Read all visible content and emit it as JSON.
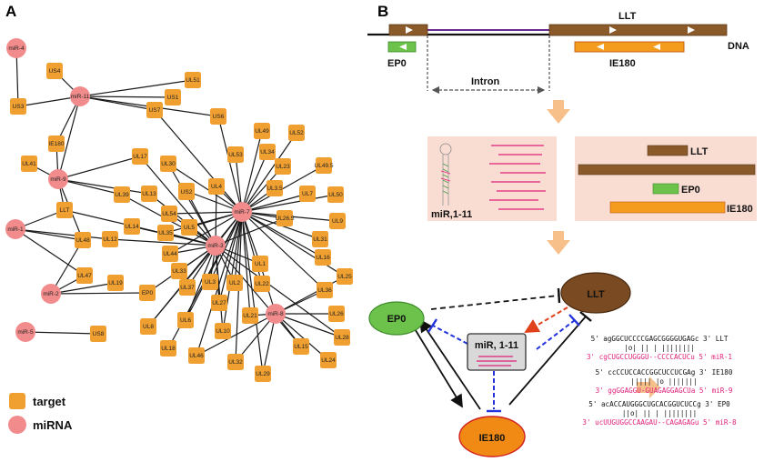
{
  "panel_labels": {
    "a": "A",
    "b": "B"
  },
  "legend": {
    "target": "target",
    "mirna": "miRNA"
  },
  "colors": {
    "mirna": "#f28c8c",
    "target": "#f0a030",
    "llt": "#8b5a2b",
    "ep0": "#6cc24a",
    "ie180": "#f39c1e",
    "intron_line": "#6a2c91",
    "mir_seq": "#e0207a",
    "match_green": "#2e9e2e",
    "arrow_peach": "#f7c08a"
  },
  "network": {
    "mirnas": [
      "miR-4",
      "miR-11",
      "miR-9",
      "miR-1",
      "miR-2",
      "miR-5",
      "miR-7",
      "miR-3",
      "miR-8"
    ],
    "targets": [
      "US4",
      "US3",
      "IE180",
      "UL41",
      "LLT",
      "UL48",
      "UL47",
      "UL19",
      "EP0",
      "US8",
      "UL51",
      "US1",
      "US7",
      "US6",
      "UL17",
      "UL30",
      "UL39",
      "UL13",
      "US2",
      "UL14",
      "UL12",
      "UL54",
      "UL35",
      "UL44",
      "UL5",
      "UL33",
      "UL37",
      "UL4",
      "UL53",
      "UL49",
      "UL34",
      "US2",
      "UL23",
      "UL3.5",
      "UL52",
      "UL49.5",
      "UL7",
      "UL50",
      "UL26.5",
      "UL9",
      "UL31",
      "UL16",
      "UL1",
      "UL22",
      "UL25",
      "UL36",
      "UL3",
      "UL2",
      "UL27",
      "UL21",
      "UL26",
      "UL28",
      "UL24",
      "UL15",
      "UL10",
      "UL6",
      "UL8",
      "UL18",
      "UL46",
      "UL32",
      "UL29"
    ]
  },
  "panel_b": {
    "top": {
      "llt": "LLT",
      "dna": "DNA",
      "ep0": "EP0",
      "ie180": "IE180",
      "intron": "Intron"
    },
    "middle": {
      "mir_label": "miR,1-11",
      "llt": "LLT",
      "ep0": "EP0",
      "ie180": "IE180"
    },
    "bottom": {
      "ep0": "EP0",
      "llt": "LLT",
      "ie180": "IE180",
      "mir": "miR, 1-11"
    },
    "alignments": [
      {
        "top": "5' agGGCUCCCCGAGCGGGGUGAGc 3' LLT",
        "mid": "|o|  || |  ||||||||",
        "bot": "3' cgCUGCCUGGGU--CCCCACUCu 5' miR-1"
      },
      {
        "top": "5' ccCCUCCACCGGCUCCUCGAg 3' IE180",
        "mid": "||||| |o |||||||",
        "bot": "3' ggGGAGGU-GUAGAGGAGCUa 5' miR-9"
      },
      {
        "top": "5' acACCAUGGGCUGCACGGUCUCCg 3' EP0",
        "mid": "||o| || |   ||||||||",
        "bot": "3' ucUUGUGGCCAAGAU--CAGAGAGu 5' miR-8"
      }
    ]
  }
}
